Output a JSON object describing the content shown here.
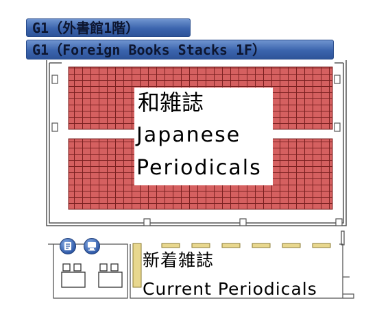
{
  "header": {
    "title_jp": "G1（外書館1階）",
    "title_en": "G1（Foreign Books Stacks 1F）"
  },
  "areas": {
    "periodicals": {
      "label_jp": "和雑誌",
      "label_en_line1": "Japanese",
      "label_en_line2": "Periodicals"
    },
    "current": {
      "label_jp": "新着雑誌",
      "label_en": "Current Periodicals"
    }
  },
  "icons": [
    "book-search-terminal-icon",
    "computer-terminal-icon"
  ],
  "colors": {
    "banner": "#3b64ad",
    "stacks": "#d25a5a",
    "current_shelves": "#e8d78e"
  }
}
